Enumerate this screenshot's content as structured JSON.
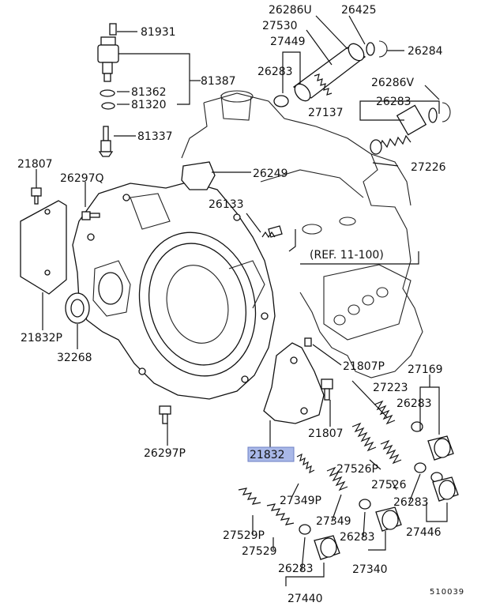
{
  "diagram": {
    "highlight_color": "#a9b8e8",
    "labels": {
      "p81931": "81931",
      "p81387": "81387",
      "p81362": "81362",
      "p81320": "81320",
      "p81337": "81337",
      "p26286u": "26286U",
      "p26425": "26425",
      "p27530": "27530",
      "p27449": "27449",
      "p26283_a": "26283",
      "p26284": "26284",
      "p26286v": "26286V",
      "p27137": "27137",
      "p26283_b": "26283",
      "p27226": "27226",
      "p26249": "26249",
      "p21807": "21807",
      "p26297q": "26297Q",
      "p26133": "26133",
      "ref": "(REF. 11-100)",
      "p21832p": "21832P",
      "p32268": "32268",
      "p21807p": "21807P",
      "p27169": "27169",
      "p27223": "27223",
      "p26283_c": "26283",
      "p21807_b": "21807",
      "p26297p": "26297P",
      "p21832": "21832",
      "p27526p": "27526P",
      "p27526": "27526",
      "p26283_d": "26283",
      "p27349p": "27349P",
      "p27446": "27446",
      "p27349": "27349",
      "p27529p": "27529P",
      "p26283_e": "26283",
      "p27529": "27529",
      "p27340": "27340",
      "p26283_f": "26283",
      "p27440": "27440",
      "diagram_id": "510039"
    }
  }
}
